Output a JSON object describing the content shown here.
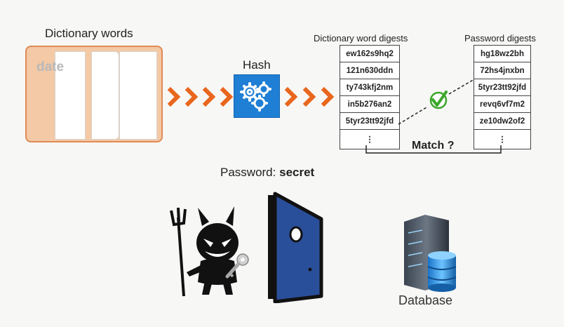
{
  "dictionary_label": "Dictionary words",
  "book_word": "date",
  "hash_label": "Hash",
  "dict_digests": {
    "title": "Dictionary word digests",
    "items": [
      "ew162s9hq2",
      "121n630ddn",
      "ty743kfj2nm",
      "in5b276an2",
      "5tyr23tt92jfd"
    ],
    "more": "⋮"
  },
  "pw_digests": {
    "title": "Password digests",
    "items": [
      "hg18wz2bh",
      "72hs4jnxbn",
      "5tyr23tt92jfd",
      "revq6vf7m2",
      "ze10dw2of2"
    ],
    "more": "⋮"
  },
  "match": {
    "label": "Match",
    "suffix": "?"
  },
  "password": {
    "label": "Password:",
    "value": "secret"
  },
  "database_label": "Database",
  "colors": {
    "arrow": "#e8661d",
    "hash_box": "#1e7fd4",
    "door": "#2a4f9a",
    "check": "#3aa629"
  },
  "icons": [
    "book-icon",
    "gears-icon",
    "checkmark-icon",
    "devil-icon",
    "key-icon",
    "door-icon",
    "database-server-icon"
  ]
}
